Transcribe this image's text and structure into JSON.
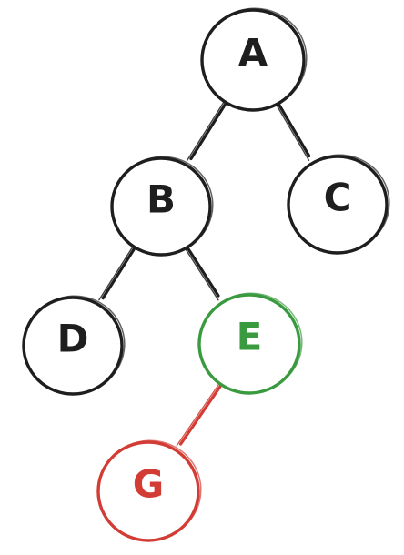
{
  "colors": {
    "default": "#1e1e1e",
    "highlight_green": "#3a9a3f",
    "highlight_red": "#d23c34"
  },
  "nodes": [
    {
      "id": "A",
      "label": "A",
      "color": "default"
    },
    {
      "id": "B",
      "label": "B",
      "color": "default"
    },
    {
      "id": "C",
      "label": "C",
      "color": "default"
    },
    {
      "id": "D",
      "label": "D",
      "color": "default"
    },
    {
      "id": "E",
      "label": "E",
      "color": "highlight_green"
    },
    {
      "id": "G",
      "label": "G",
      "color": "highlight_red"
    }
  ],
  "edges": [
    {
      "from": "A",
      "to": "B",
      "color": "default"
    },
    {
      "from": "A",
      "to": "C",
      "color": "default"
    },
    {
      "from": "B",
      "to": "D",
      "color": "default"
    },
    {
      "from": "B",
      "to": "E",
      "color": "default"
    },
    {
      "from": "E",
      "to": "G",
      "color": "highlight_red"
    }
  ]
}
